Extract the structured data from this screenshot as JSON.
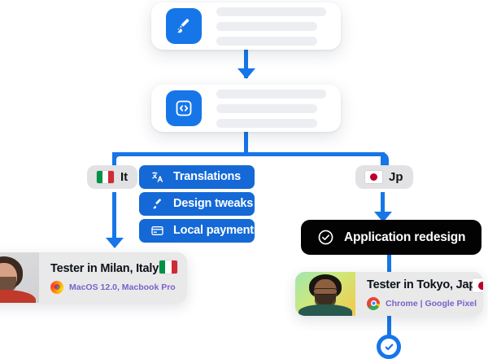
{
  "flow": {
    "cards": [
      {
        "id": "design-brief-card",
        "icon": "paintbrush-icon",
        "placeholder_bars": 3
      },
      {
        "id": "development-card",
        "icon": "code-brackets-icon",
        "placeholder_bars": 3
      }
    ],
    "branches": [
      {
        "id": "italy-branch",
        "badge_label": "It",
        "flag": "italy-flag"
      },
      {
        "id": "japan-branch",
        "badge_label": "Jp",
        "flag": "japan-flag"
      }
    ],
    "tasks": [
      {
        "label": "Translations",
        "icon": "translate-icon"
      },
      {
        "label": "Design tweaks",
        "icon": "paintbrush-icon"
      },
      {
        "label": "Local payments",
        "icon": "credit-card-icon"
      }
    ],
    "highlight_pill": {
      "label": "Application redesign",
      "icon": "check-circle-icon"
    },
    "testers": [
      {
        "id": "tester-milan",
        "name": "Tester in Milan, Italy",
        "browser": "firefox-icon",
        "device": "MacOS 12.0, Macbook Pro",
        "flag": "italy-flag"
      },
      {
        "id": "tester-tokyo",
        "name": "Tester in Tokyo, Japan",
        "browser": "chrome-icon",
        "device": "Chrome | Google Pixel",
        "flag": "japan-flag"
      }
    ],
    "end_node": {
      "icon": "check-circle-icon"
    }
  },
  "colors": {
    "accent_blue": "#1676e8",
    "pill_blue": "#1469d6",
    "pill_black": "#030303",
    "badge_gray": "#e2e2e4",
    "card_gray": "#e9e9ea",
    "placeholder_gray": "#eceef2",
    "meta_purple": "#7b61c9"
  }
}
